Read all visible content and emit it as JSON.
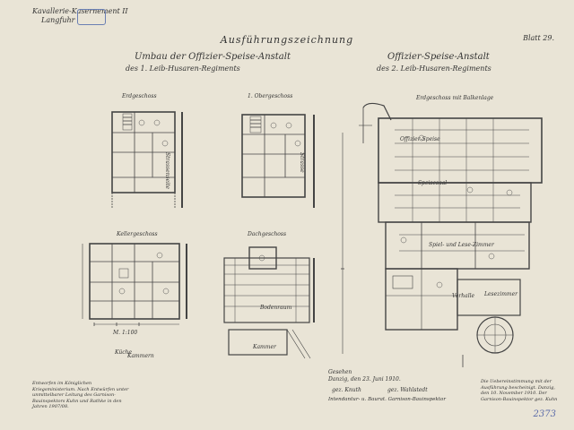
{
  "header": {
    "line1": "Kavallerie-Kasernement II",
    "line2": "Langfuhr",
    "stamp": "",
    "title": "Ausführungszeichnung",
    "sheet": "Blatt 29.",
    "left_title": "Umbau der Offizier-Speise-Anstalt",
    "left_subtitle": "des 1. Leib-Husaren-Regiments",
    "right_title": "Offizier-Speise-Anstalt",
    "right_subtitle": "des 2. Leib-Husaren-Regiments"
  },
  "plans": {
    "first_floor": "Erdgeschoss",
    "upper_floor": "1. Obergeschoss",
    "cellar": "Kellergeschoss",
    "roof": "Dachgeschoss",
    "ground_with_beams": "Erdgeschoss mit Balkenlage",
    "kammer": "Kammer",
    "kueche": "Küche",
    "speisesaal": "Speisesaal",
    "offizier_speise": "Offizier-Speise",
    "spiel_zimmer": "Spiel- und Lese-Zimmer",
    "vorhalle": "Vorhalle",
    "lesezimmer": "Lesezimmer",
    "bodenraum": "Bodenraum",
    "kammern": "Kammern",
    "strasse_left": "Strassenseite",
    "strasse_right": "Strasse",
    "scale": "M. 1:100"
  },
  "notes": {
    "bottom_left": "Entworfen im Königlichen Kriegsministerium. Nach Entwürfen unter unmittelbarer Leitung des Garnison-Bauinspektors Kuhn und Rathke in den Jahren 1907/08.",
    "signature_place": "Gesehen",
    "signature_date": "Danzig, den 23. Juni 1910.",
    "signature_1": "gez. Knuth",
    "signature_2": "gez. Wahlstedt",
    "signature_role": "Intendantur- u. Baurat. Garnison-Bauinspektor",
    "bottom_right": "Die Uebereinstimmung mit der Ausführung bescheinigt. Danzig, den 10. November 1910. Der Garnison-Bauinspektor gez. Kuhn"
  },
  "archive_number": "2373"
}
